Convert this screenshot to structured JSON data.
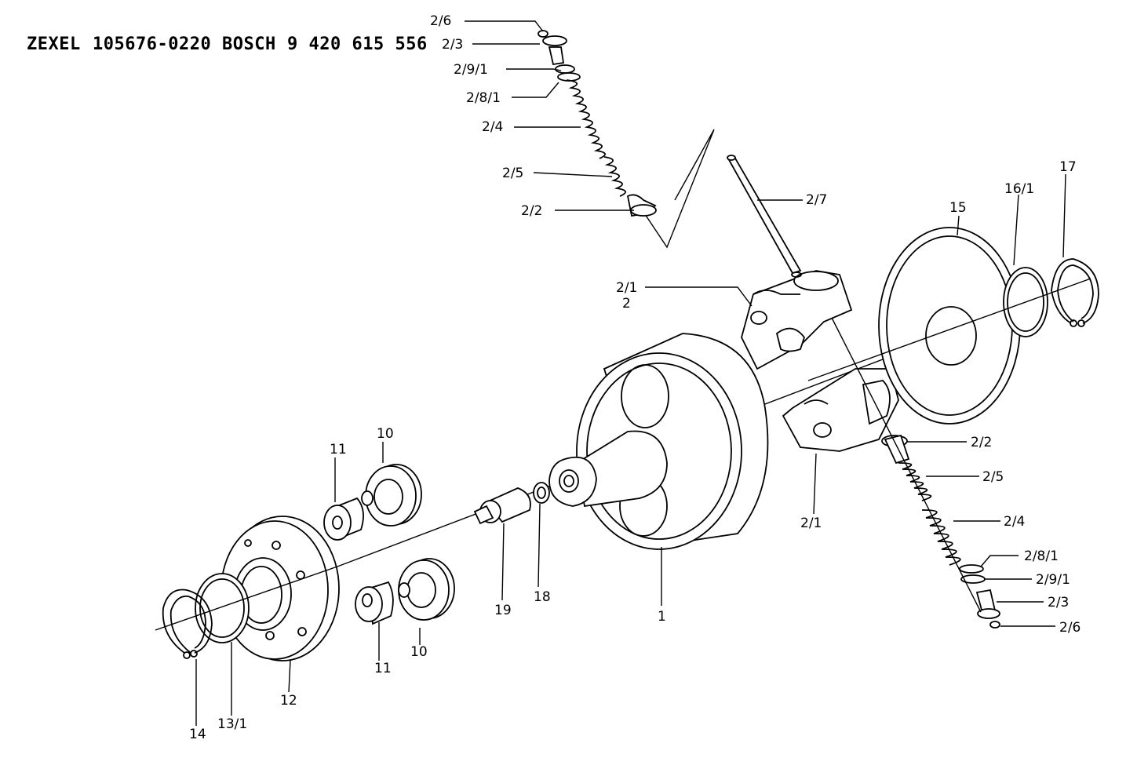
{
  "header": {
    "brand1": "ZEXEL",
    "number1": "105676-0220",
    "brand2": "BOSCH",
    "number2": "9 420 615 556"
  },
  "labels": {
    "p2_6_top": "2/6",
    "p2_3_top": "2/3",
    "p2_9_1_top": "2/9/1",
    "p2_8_1_top": "2/8/1",
    "p2_4_top": "2/4",
    "p2_5_top": "2/5",
    "p2_2_top": "2/2",
    "p2_7": "2/7",
    "p2_1_top": "2/1",
    "p2": "2",
    "p15": "15",
    "p16_1": "16/1",
    "p17": "17",
    "p2_2_right": "2/2",
    "p2_5_right": "2/5",
    "p2_4_right": "2/4",
    "p2_8_1_right": "2/8/1",
    "p2_9_1_right": "2/9/1",
    "p2_3_right": "2/3",
    "p2_6_right": "2/6",
    "p2_1_bottom": "2/1",
    "p1": "1",
    "p18": "18",
    "p19": "19",
    "p10_top": "10",
    "p11_top": "11",
    "p10_bottom": "10",
    "p11_bottom": "11",
    "p12": "12",
    "p13_1": "13/1",
    "p14": "14"
  }
}
